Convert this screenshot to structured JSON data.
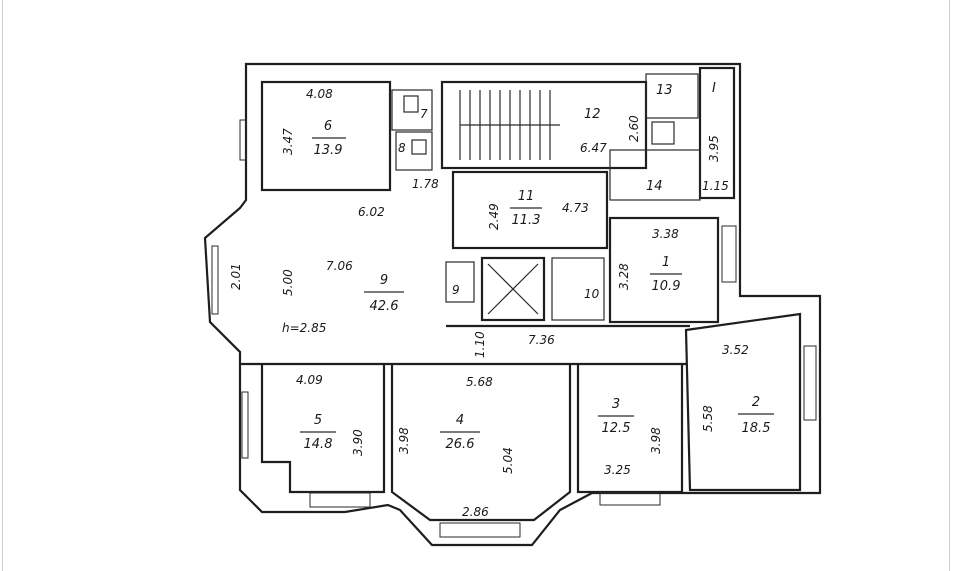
{
  "rooms": [
    {
      "id": "room-1",
      "number": "1",
      "area": "10.9"
    },
    {
      "id": "room-2",
      "number": "2",
      "area": "18.5"
    },
    {
      "id": "room-3",
      "number": "3",
      "area": "12.5"
    },
    {
      "id": "room-4",
      "number": "4",
      "area": "26.6"
    },
    {
      "id": "room-5",
      "number": "5",
      "area": "14.8"
    },
    {
      "id": "room-6",
      "number": "6",
      "area": "13.9"
    },
    {
      "id": "room-9",
      "number": "9",
      "area": "42.6"
    },
    {
      "id": "room-11",
      "number": "11",
      "area": "11.3"
    }
  ],
  "labels": {
    "room_7": "7",
    "room_8": "8",
    "room_10": "10",
    "room_12": "12",
    "room_13": "13",
    "room_14": "14",
    "room_I": "I",
    "room_9_small": "9"
  },
  "dimensions": {
    "d_408": "4.08",
    "d_347": "3.47",
    "d_602": "6.02",
    "d_178": "1.78",
    "d_249": "2.49",
    "d_473": "4.73",
    "d_647": "6.47",
    "d_260": "2.60",
    "d_395": "3.95",
    "d_115": "1.15",
    "d_338": "3.38",
    "d_328": "3.28",
    "d_706": "7.06",
    "d_500": "5.00",
    "d_201": "2.01",
    "ceiling_h": "h=2.85",
    "d_110": "1.10",
    "d_736": "7.36",
    "d_352": "3.52",
    "d_409": "4.09",
    "d_568": "5.68",
    "d_390": "3.90",
    "d_398a": "3.98",
    "d_504": "5.04",
    "d_398b": "3.98",
    "d_325": "3.25",
    "d_558": "5.58",
    "d_286": "2.86"
  }
}
